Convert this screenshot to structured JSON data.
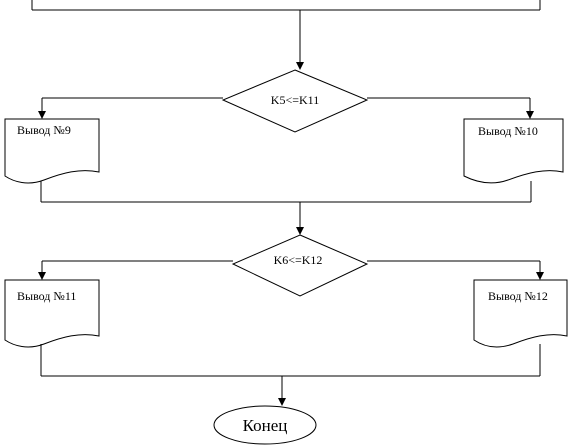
{
  "diagram": {
    "decisions": [
      {
        "id": "d1",
        "label": "K5<=K11"
      },
      {
        "id": "d2",
        "label": "K6<=K12"
      }
    ],
    "outputs": [
      {
        "id": "o9",
        "label": "Вывод №9"
      },
      {
        "id": "o10",
        "label": "Вывод №10"
      },
      {
        "id": "o11",
        "label": "Вывод №11"
      },
      {
        "id": "o12",
        "label": "Вывод №12"
      }
    ],
    "terminal": {
      "label": "Конец"
    }
  }
}
